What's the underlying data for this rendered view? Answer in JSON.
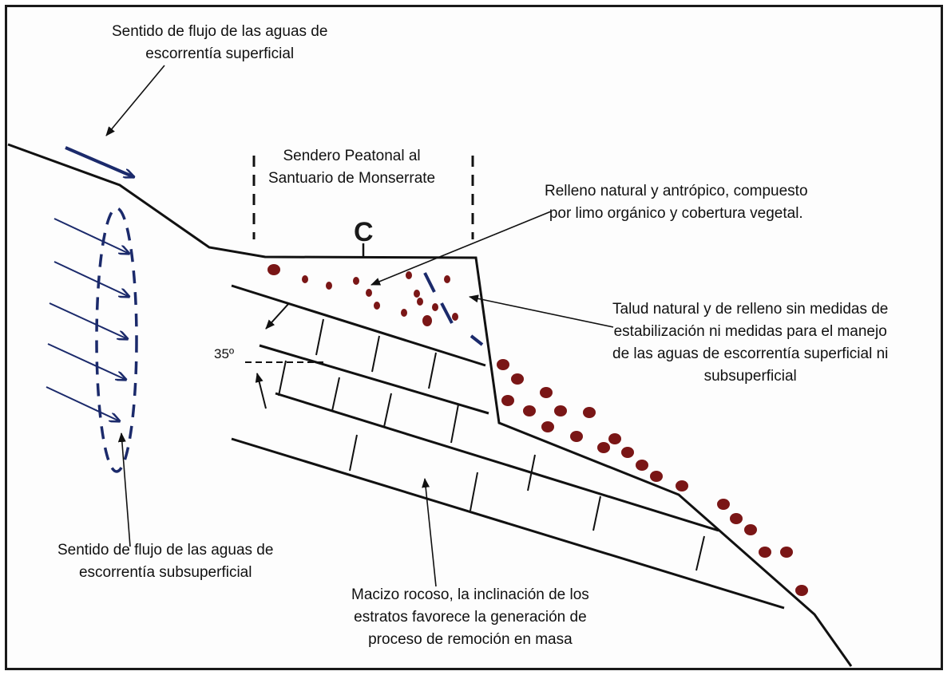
{
  "colors": {
    "ground_line": "#111111",
    "water_arrow": "#1b2a6b",
    "boulder": "#7a1616",
    "frame_border": "#1a1a1a"
  },
  "labels": {
    "surface_flow": [
      "Sentido de flujo de las aguas de",
      "escorrentía superficial"
    ],
    "trail": [
      "Sendero Peatonal al",
      "Santuario de Monserrate"
    ],
    "fill_material": [
      "Relleno natural y antrópico, compuesto",
      "por limo orgánico y cobertura vegetal."
    ],
    "slope": [
      "Talud natural y de relleno sin medidas de",
      "estabilización ni medidas para el manejo",
      "de las aguas de escorrentía superficial ni",
      "subsuperficial"
    ],
    "subsurface_flow": [
      "Sentido de flujo de las aguas de",
      "escorrentía subsuperficial"
    ],
    "rock_mass": [
      "Macizo rocoso, la inclinación de los",
      "estratos favorece la generación de",
      "proceso de remoción en masa"
    ],
    "dip_angle": "35º",
    "trail_symbol": "C"
  }
}
